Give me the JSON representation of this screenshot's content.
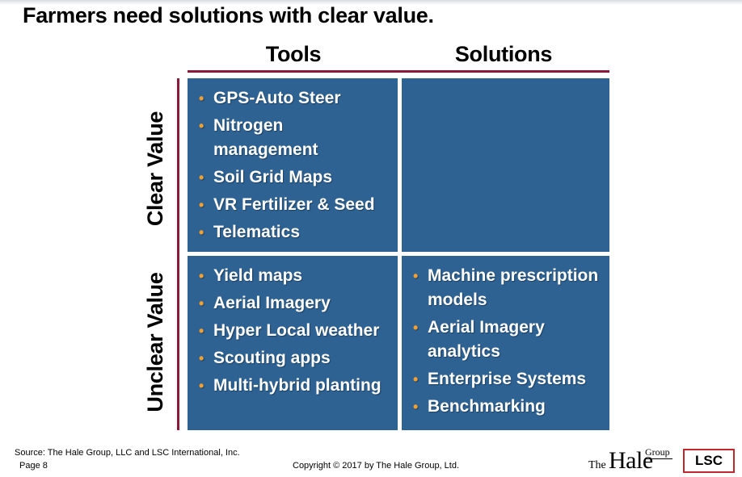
{
  "title": "Farmers need solutions with clear value.",
  "columns": {
    "tools": "Tools",
    "solutions": "Solutions"
  },
  "rows": {
    "clear": "Clear Value",
    "unclear": "Unclear Value"
  },
  "cells": {
    "clear_tools": [
      "GPS-Auto Steer",
      "Nitrogen management",
      "Soil Grid Maps",
      "VR  Fertilizer & Seed",
      "Telematics"
    ],
    "clear_solutions": [],
    "unclear_tools": [
      "Yield maps",
      "Aerial Imagery",
      "Hyper Local weather",
      "Scouting apps",
      "Multi-hybrid planting"
    ],
    "unclear_solutions": [
      "Machine prescription models",
      "Aerial Imagery analytics",
      "Enterprise Systems",
      "Benchmarking"
    ]
  },
  "footer": {
    "source": "Source:  The Hale Group, LLC and LSC International, Inc.",
    "page": "Page 8",
    "copyright": "Copyright © 2017 by The Hale Group, Ltd."
  },
  "logos": {
    "hale_the": "The",
    "hale_name": "Hale",
    "hale_group": "Group",
    "lsc": "LSC"
  },
  "colors": {
    "cell": "#2e6293",
    "rule": "#8b1a3a",
    "bullet": "#f0a030",
    "lsc_border": "#c0282d"
  }
}
